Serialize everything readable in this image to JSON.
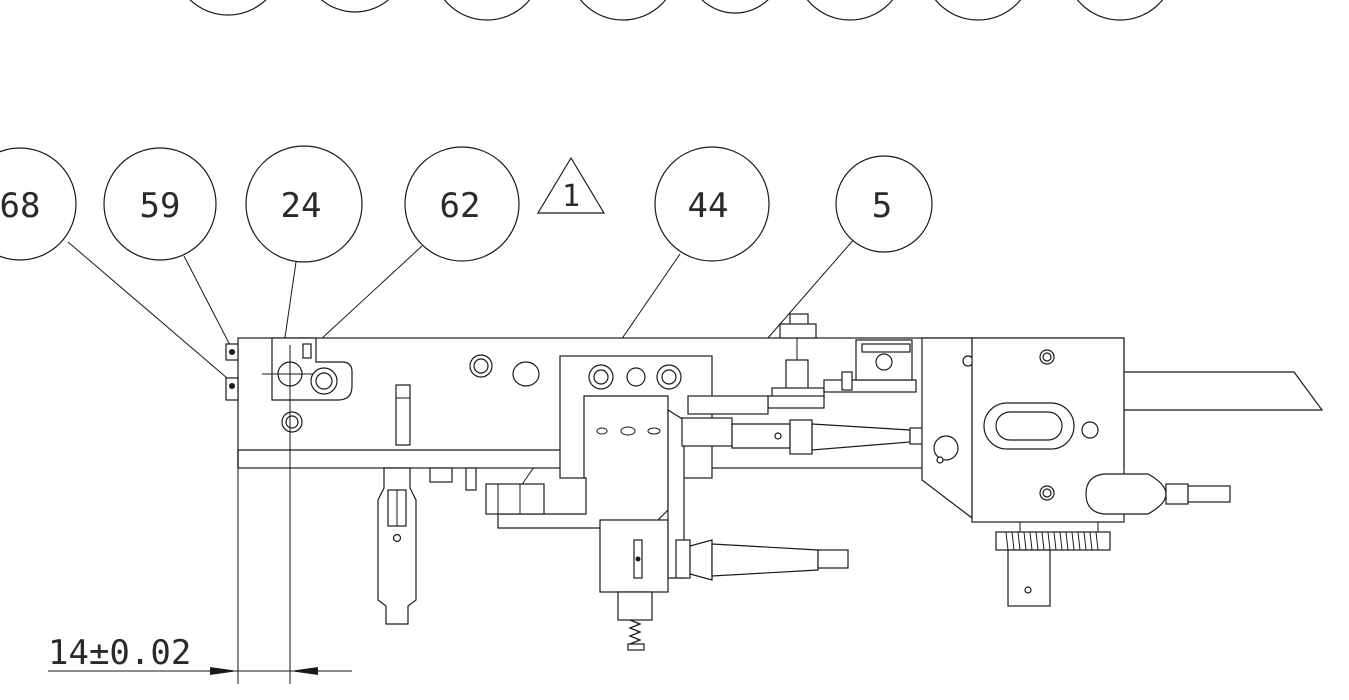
{
  "balloons": [
    {
      "id": "b68",
      "label": "68"
    },
    {
      "id": "b59",
      "label": "59"
    },
    {
      "id": "b24",
      "label": "24"
    },
    {
      "id": "b62",
      "label": "62"
    },
    {
      "id": "b44",
      "label": "44"
    },
    {
      "id": "b5",
      "label": "5"
    }
  ],
  "revision_marker": "1",
  "dimension": "14±0.02",
  "colors": {
    "line": "#1a1a1a",
    "background": "#ffffff"
  }
}
